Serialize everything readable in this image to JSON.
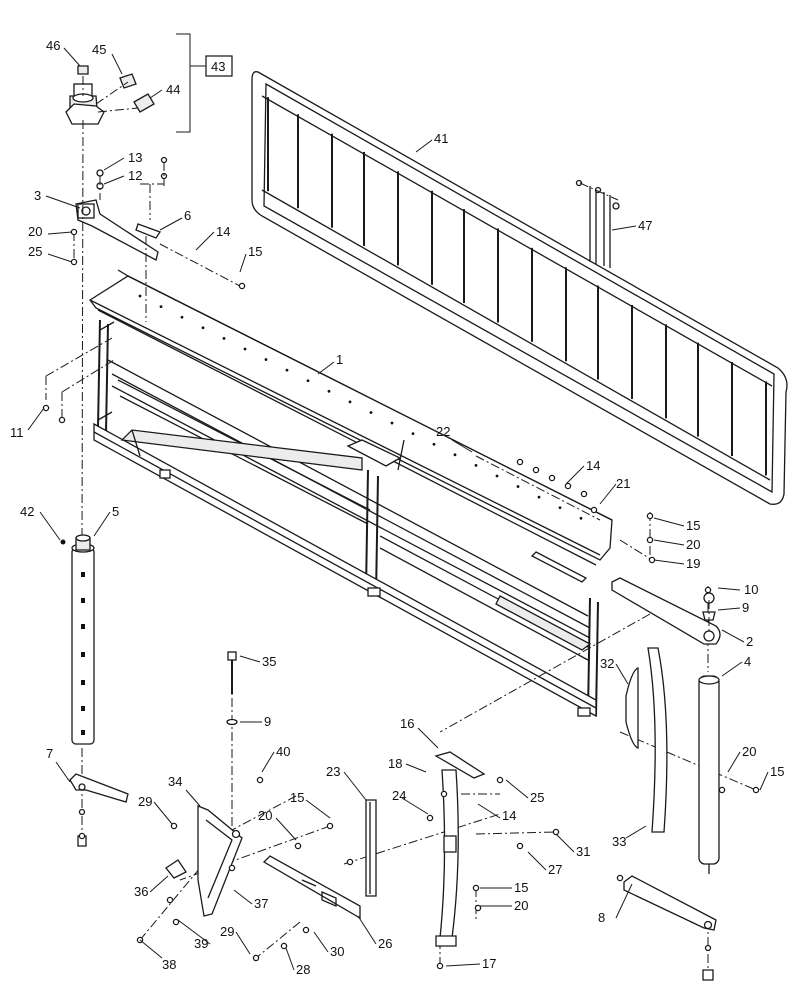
{
  "callouts": {
    "c1": "1",
    "c2": "2",
    "c3": "3",
    "c4": "4",
    "c5": "5",
    "c6": "6",
    "c7": "7",
    "c8": "8",
    "c9a": "9",
    "c9b": "9",
    "c10": "10",
    "c11": "11",
    "c12": "12",
    "c13": "13",
    "c14a": "14",
    "c14b": "14",
    "c14c": "14",
    "c15a": "15",
    "c15b": "15",
    "c15c": "15",
    "c15d": "15",
    "c15e": "15",
    "c16": "16",
    "c17": "17",
    "c18": "18",
    "c19": "19",
    "c20a": "20",
    "c20b": "20",
    "c20c": "20",
    "c20d": "20",
    "c20e": "20",
    "c21": "21",
    "c22": "22",
    "c23": "23",
    "c24": "24",
    "c25a": "25",
    "c25b": "25",
    "c26": "26",
    "c27": "27",
    "c28": "28",
    "c29a": "29",
    "c29b": "29",
    "c30": "30",
    "c31": "31",
    "c32": "32",
    "c33": "33",
    "c34": "34",
    "c35": "35",
    "c36": "36",
    "c37": "37",
    "c38": "38",
    "c39": "39",
    "c40": "40",
    "c41": "41",
    "c42": "42",
    "c43": "43",
    "c44": "44",
    "c45": "45",
    "c46": "46",
    "c47": "47"
  }
}
